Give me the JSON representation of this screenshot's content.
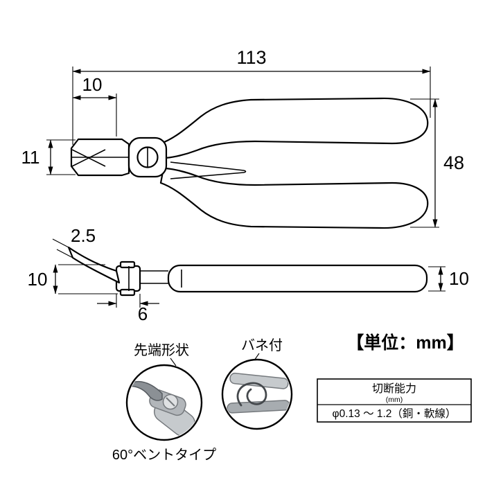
{
  "top_view": {
    "dim_total_length": "113",
    "dim_tip_length": "10",
    "dim_head_height": "11",
    "dim_handle_span": "48"
  },
  "side_view": {
    "dim_tip_thickness": "2.5",
    "dim_head_height": "10",
    "dim_pivot_width": "6",
    "dim_handle_thickness": "10"
  },
  "callouts": {
    "tip_shape_label": "先端形状",
    "tip_shape_caption": "60°ベントタイプ",
    "spring_label": "バネ付"
  },
  "unit_label": "【単位：mm】",
  "spec_table": {
    "title": "切断能力",
    "unit": "(mm)",
    "value": "φ0.13 ～ 1.2（銅・軟線）"
  },
  "colors": {
    "line": "#000000",
    "background": "#ffffff",
    "photo_gray_light": "#c9cdd0",
    "photo_gray_mid": "#9aa0a5",
    "photo_gray_dark": "#55595e"
  }
}
